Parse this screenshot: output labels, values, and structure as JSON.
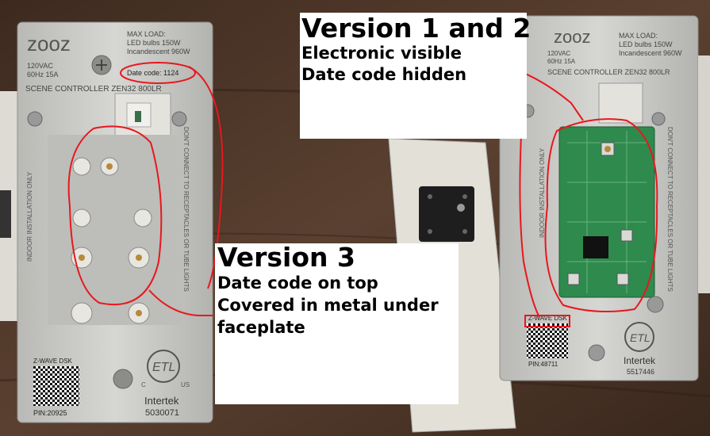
{
  "callout_v12": {
    "title": "Version 1 and 2",
    "lines": [
      "Electronic visible",
      "Date code hidden"
    ]
  },
  "callout_v3": {
    "title": "Version 3",
    "lines": [
      "Date code on top",
      "Covered in metal under faceplate"
    ]
  },
  "left_switch": {
    "brand": "zooz",
    "max_load": "MAX LOAD:",
    "led_load": "LED bulbs 150W",
    "incandescent_load": "Incandescent 960W",
    "voltage": "120VAC",
    "rating": "60Hz 15A",
    "date_code": "Date code: 1124",
    "model": "SCENE CONTROLLER ZEN32 800LR",
    "side_warning": "DON'T CONNECT TO RECEPTACLES OR TUBE LIGHTS",
    "indoor": "INDOOR INSTALLATION ONLY",
    "dsk_label": "Z-WAVE DSK",
    "pin": "PIN:20925",
    "cert_brand": "Intertek",
    "cert_number": "5030071",
    "etl_mark": "ETL",
    "c_mark": "C",
    "us_mark": "US"
  },
  "right_switch": {
    "brand": "zooz",
    "max_load": "MAX LOAD:",
    "led_load": "LED bulbs 150W",
    "incandescent_load": "Incandescent 960W",
    "voltage": "120VAC",
    "rating": "60Hz 15A",
    "model": "SCENE CONTROLLER ZEN32 800LR",
    "side_warning": "DON'T CONNECT TO RECEPTACLES OR TUBE LIGHTS",
    "indoor": "INDOOR INSTALLATION ONLY",
    "dsk_label": "Z-WAVE DSK",
    "pin": "PIN:48711",
    "cert_brand": "Intertek",
    "cert_number": "5517446",
    "etl_mark": "ETL"
  },
  "colors": {
    "table": "#4a3528",
    "metal": "#c9c9c6",
    "plastic": "#e6e3dc",
    "pcb": "#2f8a4e",
    "annotation": "#e8171d",
    "callout_bg": "#ffffff"
  }
}
